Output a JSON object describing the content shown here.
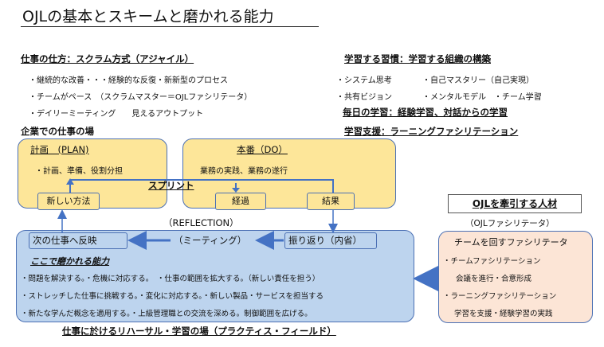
{
  "title": "OJLの基本とスキームと磨かれる能力",
  "left_heading": "仕事の仕方：スクラム方式（アジャイル）",
  "left_items": [
    "・継続的な改善・・・経験的な反復・新新型のプロセス",
    "・チームがペース　（スクラムマスター＝OJLファシリテータ）",
    "・デイリーミーティング　　見えるアウトプット"
  ],
  "right_heading": "学習する習慣：学習する組織の構築",
  "right_items": [
    [
      "・システム思考",
      "・自己マスタリー（自己実現）"
    ],
    [
      "・共有ビジョン",
      "・メンタルモデル　・チーム学習"
    ]
  ],
  "daily_learning": "毎日の学習：経験学習、対話からの学習",
  "learning_support": "学習支援：ラーニングファシリテーション",
  "workplace_heading": "企業での仕事の場",
  "plan": {
    "title": "計画　(PLAN)",
    "text": "・計画、準備、役割分担"
  },
  "do": {
    "title": "本番（DO）",
    "text": "業務の実践、業務の遂行"
  },
  "sprint": "スプリント",
  "new_method": "新しい方法",
  "progress": "経過",
  "result": "結果",
  "reflection": "（REFLECTION）",
  "next_work": "次の仕事へ反映",
  "meeting": "（ミーティング）",
  "review": "振り返り（内省）",
  "abilities_heading": "ここで磨かれる能力",
  "abilities": [
    "・問題を解決する。・危機に対応する。　・仕事の範囲を拡大する。（新しい責任を担う）",
    "・ストレッチした仕事に挑戦する。・変化に対応する。・新しい製品・サービスを担当する",
    "・新たな学んだ概念を適用する。・上級管理職との交流を深める。制御範囲を広げる。"
  ],
  "rehearsal_caption": "仕事に於けるリハーサル・学習の場（プラクティス・フィールド）",
  "ojl_leader": "OJLを牽引する人材",
  "ojl_facilitator": "（OJLファシリテータ）",
  "team_facilitator": "チームを回すファシリテータ",
  "facilitator_items": [
    "・チームファシリテーション",
    "会議を進行・合意形成",
    "・ラーニングファシリテーション",
    "学習を支援・経験学習の実践"
  ],
  "colors": {
    "yellow": "#fde699",
    "blue": "#bdd4ee",
    "peach": "#fce5d6",
    "border": "#4b70b4",
    "arrow": "#4472c4"
  }
}
